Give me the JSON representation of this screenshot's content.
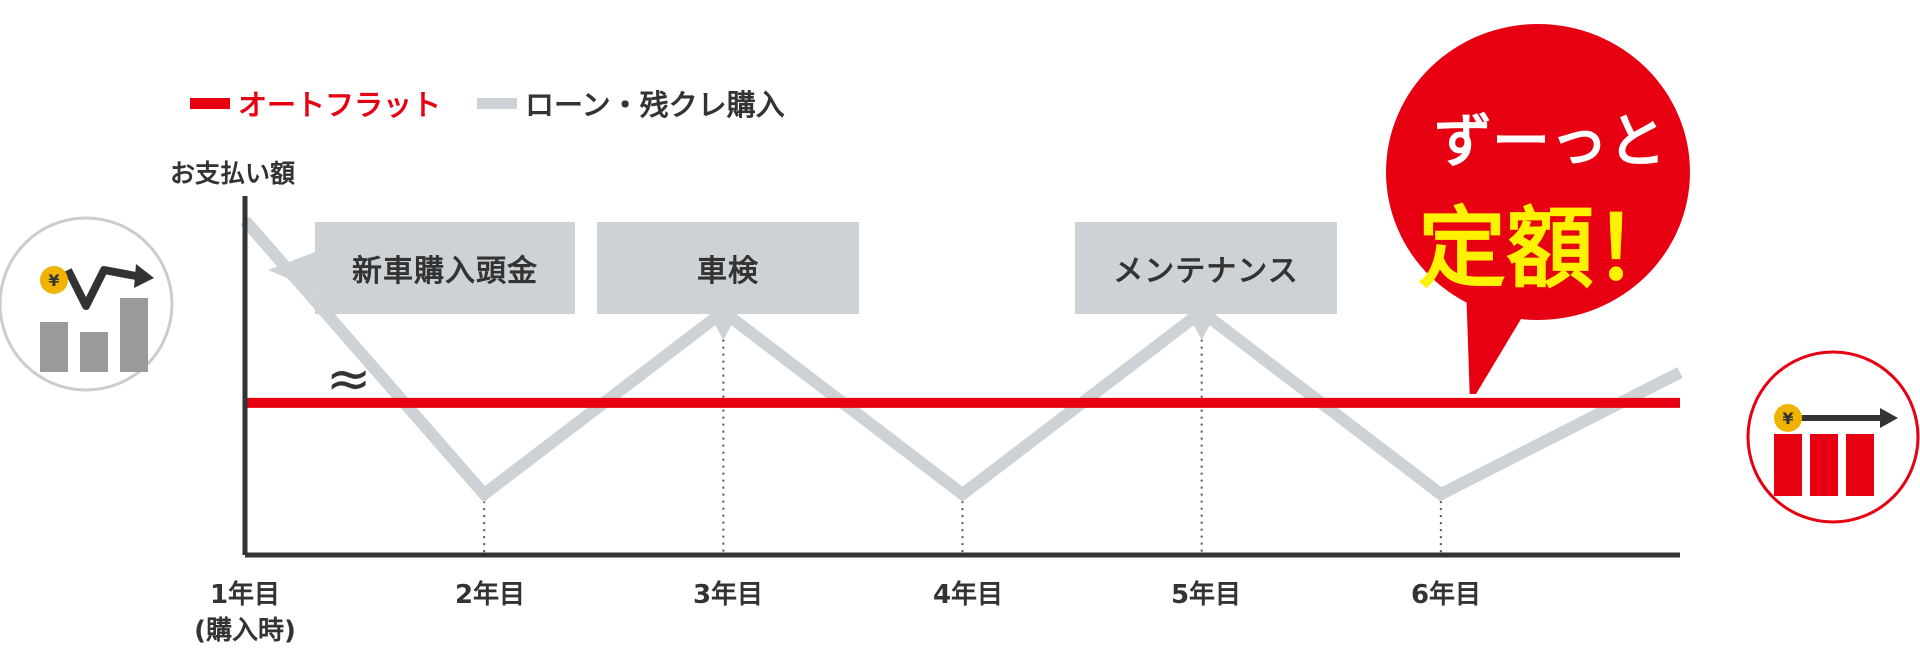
{
  "chart_data": {
    "type": "line",
    "categories": [
      "1年目\n(購入時)",
      "2年目",
      "3年目",
      "4年目",
      "5年目",
      "6年目"
    ],
    "ylabel": "お支払い額",
    "legend": {
      "placement": "top-left"
    },
    "grid": false,
    "series": [
      {
        "name": "オートフラット",
        "color": "#e60012",
        "points": [
          [
            1,
            5
          ],
          [
            7,
            5
          ]
        ]
      },
      {
        "name": "ローン・残クレ購入",
        "color": "#cdd2d6",
        "points": [
          [
            1,
            11
          ],
          [
            2,
            2
          ],
          [
            3,
            8
          ],
          [
            4,
            2
          ],
          [
            5,
            8
          ],
          [
            6,
            2
          ],
          [
            7,
            6
          ]
        ]
      }
    ],
    "xlim": [
      1,
      7
    ],
    "ylim": [
      0,
      12
    ],
    "annotations": [
      {
        "label": "新車購入頭金",
        "x": 1
      },
      {
        "label": "車検",
        "x": 3
      },
      {
        "label": "メンテナンス",
        "x": 5
      }
    ]
  },
  "bubble": {
    "line1": "ずーっと",
    "line2": "定額！"
  },
  "icons": {
    "left": "fluctuating-payment-icon",
    "right": "flat-payment-icon",
    "yen": "¥"
  },
  "break_mark": "≈",
  "colors": {
    "red": "#e60012",
    "gray": "#cdd2d6",
    "axis": "#333333",
    "yellow": "#fff200"
  }
}
